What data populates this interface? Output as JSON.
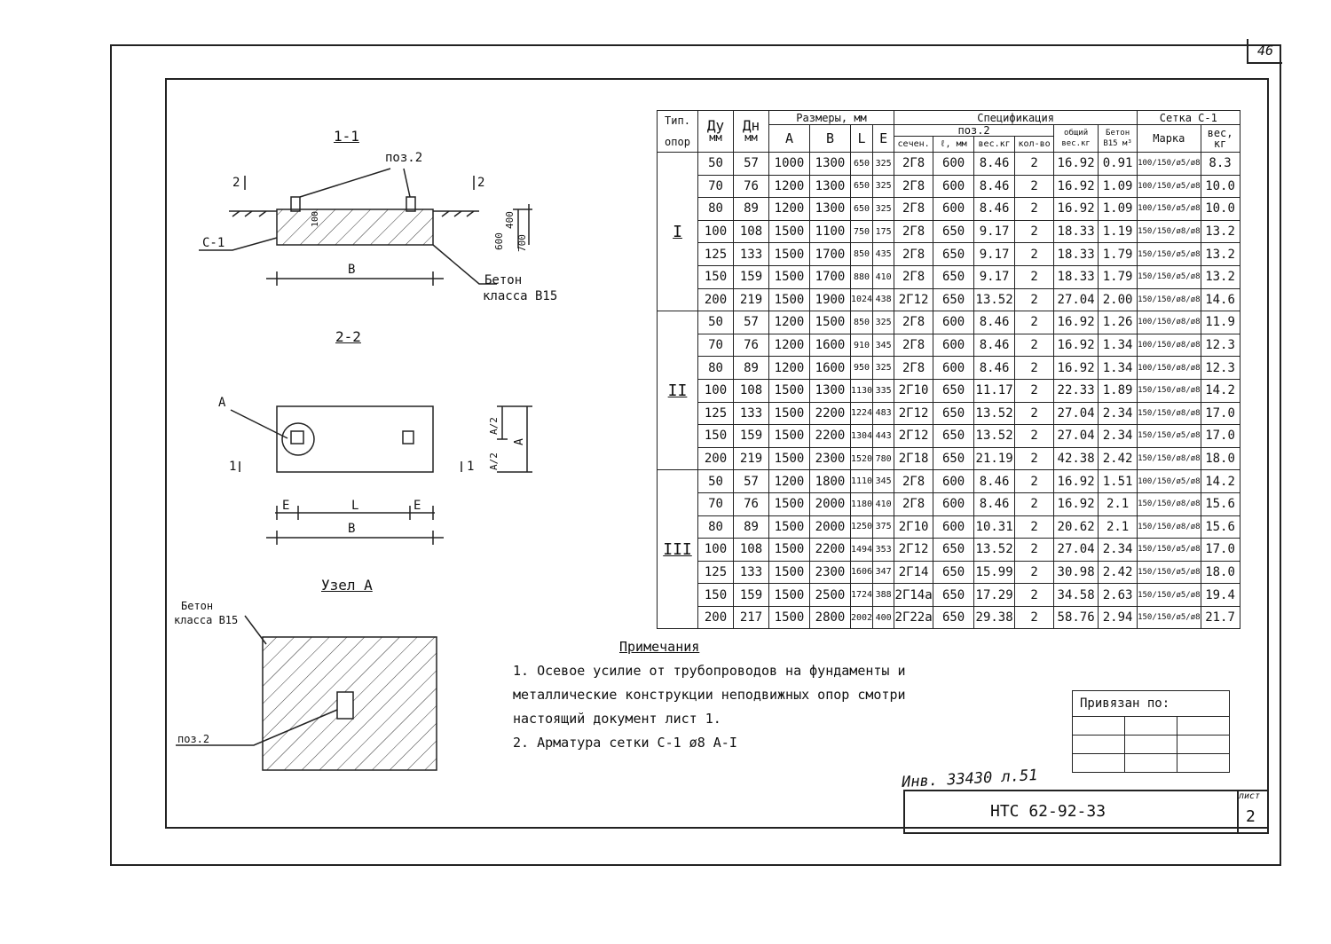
{
  "sheet_corner_number": "46",
  "sections": {
    "s11": {
      "title": "1-1",
      "pos_label": "поз.2",
      "cut2_left": "2",
      "cut2_right": "2",
      "mesh_label": "С-1",
      "dim_b": "В",
      "dim_600": "600",
      "dim_400": "400",
      "dim_100": "100",
      "dim_700": "700",
      "concrete_1": "Бетон",
      "concrete_2": "класса В15"
    },
    "s22": {
      "title": "2-2",
      "label_a": "А",
      "cut1_left": "1",
      "cut1_right": "1",
      "dim_a2": "А/2",
      "dim_a2b": "А/2",
      "dim_a": "А",
      "dim_e1": "Е",
      "dim_l": "L",
      "dim_e2": "Е",
      "dim_b": "В"
    },
    "node": {
      "title": "Узел А",
      "concrete_1": "Бетон",
      "concrete_2": "класса В15",
      "pos_label": "поз.2"
    }
  },
  "table": {
    "headers": {
      "type": "Тип.",
      "type2": "опор",
      "dy": "Ду",
      "dy_unit": "мм",
      "dn": "Дн",
      "dn_unit": "мм",
      "sizes": "Размеры, мм",
      "a": "А",
      "b": "В",
      "l": "L",
      "e": "Е",
      "spec": "Спецификация",
      "pos2": "поз.2",
      "sec": "сечен.",
      "len": "ℓ, мм",
      "wt": "вес.кг",
      "qty": "кол-во",
      "total": "общий вес.кг",
      "concrete": "Бетон В15 м³",
      "mesh": "Сетка С-1",
      "mark": "Марка",
      "mesh_wt": "вес, кг"
    },
    "groups": [
      {
        "type": "I",
        "rows": [
          [
            "50",
            "57",
            "1000",
            "1300",
            "650",
            "325",
            "2Г8",
            "600",
            "8.46",
            "2",
            "16.92",
            "0.91",
            "100/150/ø5/ø8",
            "8.3"
          ],
          [
            "70",
            "76",
            "1200",
            "1300",
            "650",
            "325",
            "2Г8",
            "600",
            "8.46",
            "2",
            "16.92",
            "1.09",
            "100/150/ø5/ø8",
            "10.0"
          ],
          [
            "80",
            "89",
            "1200",
            "1300",
            "650",
            "325",
            "2Г8",
            "600",
            "8.46",
            "2",
            "16.92",
            "1.09",
            "100/150/ø5/ø8",
            "10.0"
          ],
          [
            "100",
            "108",
            "1500",
            "1100",
            "750",
            "175",
            "2Г8",
            "650",
            "9.17",
            "2",
            "18.33",
            "1.19",
            "150/150/ø8/ø8",
            "13.2"
          ],
          [
            "125",
            "133",
            "1500",
            "1700",
            "850",
            "435",
            "2Г8",
            "650",
            "9.17",
            "2",
            "18.33",
            "1.79",
            "150/150/ø5/ø8",
            "13.2"
          ],
          [
            "150",
            "159",
            "1500",
            "1700",
            "880",
            "410",
            "2Г8",
            "650",
            "9.17",
            "2",
            "18.33",
            "1.79",
            "150/150/ø5/ø8",
            "13.2"
          ],
          [
            "200",
            "219",
            "1500",
            "1900",
            "1024",
            "438",
            "2Г12",
            "650",
            "13.52",
            "2",
            "27.04",
            "2.00",
            "150/150/ø8/ø8",
            "14.6"
          ]
        ]
      },
      {
        "type": "II",
        "rows": [
          [
            "50",
            "57",
            "1200",
            "1500",
            "850",
            "325",
            "2Г8",
            "600",
            "8.46",
            "2",
            "16.92",
            "1.26",
            "100/150/ø8/ø8",
            "11.9"
          ],
          [
            "70",
            "76",
            "1200",
            "1600",
            "910",
            "345",
            "2Г8",
            "600",
            "8.46",
            "2",
            "16.92",
            "1.34",
            "100/150/ø8/ø8",
            "12.3"
          ],
          [
            "80",
            "89",
            "1200",
            "1600",
            "950",
            "325",
            "2Г8",
            "600",
            "8.46",
            "2",
            "16.92",
            "1.34",
            "100/150/ø8/ø8",
            "12.3"
          ],
          [
            "100",
            "108",
            "1500",
            "1300",
            "1130",
            "335",
            "2Г10",
            "650",
            "11.17",
            "2",
            "22.33",
            "1.89",
            "150/150/ø8/ø8",
            "14.2"
          ],
          [
            "125",
            "133",
            "1500",
            "2200",
            "1224",
            "483",
            "2Г12",
            "650",
            "13.52",
            "2",
            "27.04",
            "2.34",
            "150/150/ø8/ø8",
            "17.0"
          ],
          [
            "150",
            "159",
            "1500",
            "2200",
            "1304",
            "443",
            "2Г12",
            "650",
            "13.52",
            "2",
            "27.04",
            "2.34",
            "150/150/ø5/ø8",
            "17.0"
          ],
          [
            "200",
            "219",
            "1500",
            "2300",
            "1520",
            "780",
            "2Г18",
            "650",
            "21.19",
            "2",
            "42.38",
            "2.42",
            "150/150/ø8/ø8",
            "18.0"
          ]
        ]
      },
      {
        "type": "III",
        "rows": [
          [
            "50",
            "57",
            "1200",
            "1800",
            "1110",
            "345",
            "2Г8",
            "600",
            "8.46",
            "2",
            "16.92",
            "1.51",
            "100/150/ø5/ø8",
            "14.2"
          ],
          [
            "70",
            "76",
            "1500",
            "2000",
            "1180",
            "410",
            "2Г8",
            "600",
            "8.46",
            "2",
            "16.92",
            "2.1",
            "150/150/ø8/ø8",
            "15.6"
          ],
          [
            "80",
            "89",
            "1500",
            "2000",
            "1250",
            "375",
            "2Г10",
            "600",
            "10.31",
            "2",
            "20.62",
            "2.1",
            "150/150/ø8/ø8",
            "15.6"
          ],
          [
            "100",
            "108",
            "1500",
            "2200",
            "1494",
            "353",
            "2Г12",
            "650",
            "13.52",
            "2",
            "27.04",
            "2.34",
            "150/150/ø5/ø8",
            "17.0"
          ],
          [
            "125",
            "133",
            "1500",
            "2300",
            "1606",
            "347",
            "2Г14",
            "650",
            "15.99",
            "2",
            "30.98",
            "2.42",
            "150/150/ø5/ø8",
            "18.0"
          ],
          [
            "150",
            "159",
            "1500",
            "2500",
            "1724",
            "388",
            "2Г14а",
            "650",
            "17.29",
            "2",
            "34.58",
            "2.63",
            "150/150/ø5/ø8",
            "19.4"
          ],
          [
            "200",
            "217",
            "1500",
            "2800",
            "2002",
            "400",
            "2Г22а",
            "650",
            "29.38",
            "2",
            "58.76",
            "2.94",
            "150/150/ø5/ø8",
            "21.7"
          ]
        ]
      }
    ]
  },
  "notes": {
    "title": "Примечания",
    "line1": "1. Осевое  усилие от трубопроводов на фундаменты и",
    "line2": "металлические  конструкции неподвижных опор смотри",
    "line3": "настоящий  документ  лист 1.",
    "line4": "2. Арматура  сетки  С-1  ø8 А-I"
  },
  "tied_label": "Привязан по:",
  "inventory": "Инв. 33430 л.51",
  "stamp_code": "НТС 62-92-33",
  "sheet_label": "лист",
  "sheet_value": "2"
}
